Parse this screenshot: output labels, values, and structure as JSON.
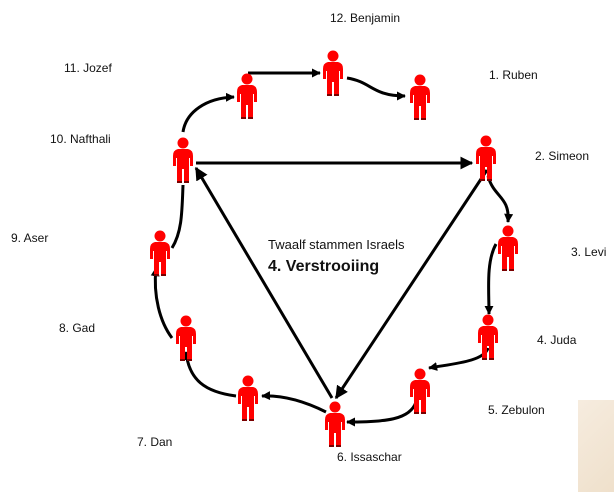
{
  "center": {
    "subtitle": "Twaalf stammen Israels",
    "title": "4. Verstrooiing"
  },
  "tribes": [
    {
      "label": "1. Ruben"
    },
    {
      "label": "2. Simeon"
    },
    {
      "label": "3. Levi"
    },
    {
      "label": "4. Juda"
    },
    {
      "label": "5. Zebulon"
    },
    {
      "label": "6. Issaschar"
    },
    {
      "label": "7. Dan"
    },
    {
      "label": "8. Gad"
    },
    {
      "label": "9. Aser"
    },
    {
      "label": "10. Nafthali"
    },
    {
      "label": "11. Jozef"
    },
    {
      "label": "12. Benjamin"
    }
  ],
  "colors": {
    "figure": "#ff0000",
    "figure_shadow": "#7a0000",
    "arrow": "#000000",
    "shade": "#efe0cb"
  }
}
